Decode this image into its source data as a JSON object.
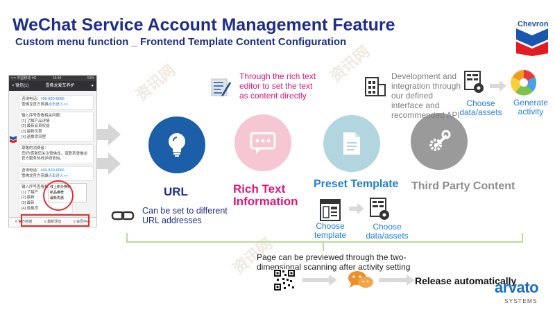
{
  "header": {
    "title": "WeChat Service Account Management Feature",
    "subtitle": "Custom menu function _ Frontend Template Content Configuration"
  },
  "logos": {
    "chevron": "Chevron",
    "arvato": "arvato",
    "arvato_sub": "SYSTEMS"
  },
  "phone": {
    "status_left": "•••• 中国移动 4G",
    "status_time": "15:34",
    "status_right": "53%",
    "nav_back": "< 微信(1)",
    "nav_title": "雪佛龙爱车养护",
    "messages": [
      {
        "line1": "咨询电话：",
        "link": "400-820-6666",
        "line2": "雪佛龙官方商城",
        "link2": "点击进入>>"
      },
      {
        "line1": "输入序号查看相关问题：",
        "items": [
          "[1]  了解产品详情",
          "[2]  最新会员权益",
          "[3]  最新优惠",
          "[4]  退换货流程"
        ]
      },
      {
        "line1": "尊敬的消费者：",
        "body": "您好!感谢您关注雪佛龙，请联系雪佛龙官方服务热线详细咨询。"
      },
      {
        "line1": "咨询电话：",
        "link": "400-820-6666",
        "line2": "雪佛龙官方商城",
        "link2": "点击进入>>"
      },
      {
        "line1": "输入序号查看相关问题：",
        "items": [
          "[1]  了解产",
          "[2]  最新",
          "[3]  最新",
          "[4]  退换货"
        ]
      }
    ],
    "popup": [
      "线上积分换购",
      "新品推荐",
      "最新优惠"
    ],
    "menu": [
      "≡ 官方商城",
      "≡ 最新活动",
      "≡ 会员中心"
    ]
  },
  "features": {
    "rich_text_desc": "Through the rich text editor to set the text as content directly",
    "dev_desc": "Development and integration through our defined interface and recommended API",
    "choose_assets_top": "Choose data/assets",
    "generate_activity": "Generate activity",
    "url_label": "URL",
    "url_desc": "Can be set to different URL addresses",
    "rich_label": "Rich Text Information",
    "preset_label": "Preset Template",
    "third_label": "Third Party Content",
    "choose_template": "Choose template",
    "choose_assets_bottom": "Choose data/assets"
  },
  "footer": {
    "preview_text": "Page can be previewed through the two-dimensional scanning after activity setting",
    "release": "Release automatically"
  },
  "colors": {
    "title": "#1f2d86",
    "rich_pink": "#e0157a",
    "preset_blue": "#1f7ed8",
    "url_blue": "#1d5ea8",
    "rich_circle": "#f6c6d3",
    "preset_circle": "#b2d5e0",
    "third_circle": "#9a9a9a",
    "bracket_green": "#b8dc96"
  },
  "icons": [
    "bulb-icon",
    "chat-bubble-icon",
    "document-icon",
    "tools-icon",
    "link-icon",
    "building-icon",
    "data-gear-icon",
    "activity-wheel-icon",
    "text-editor-icon",
    "template-icon",
    "qr-code-icon",
    "wechat-icon"
  ]
}
